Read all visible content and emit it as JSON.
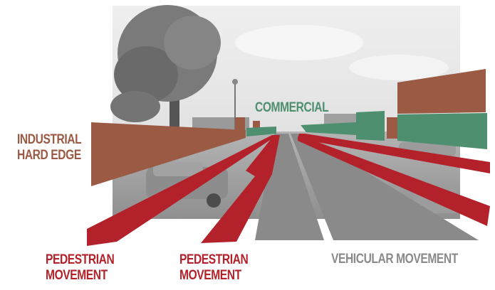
{
  "labels": {
    "industrial": {
      "line1": "INDUSTRIAL",
      "line2": "HARD EDGE"
    },
    "commercial": "COMMERCIAL",
    "pedestrian_left": {
      "line1": "PEDESTRIAN",
      "line2": "MOVEMENT"
    },
    "pedestrian_center": {
      "line1": "PEDESTRIAN",
      "line2": "MOVEMENT"
    },
    "vehicular": "VEHICULAR MOVEMENT"
  },
  "colors": {
    "industrial": "#9b5a43",
    "commercial": "#4e8f6f",
    "pedestrian": "#b3222a",
    "vehicular": "#8a8a8a",
    "photo_sky": "#e6e6e6",
    "photo_ground": "#a9a9a9",
    "tree": "#6e6e6e"
  }
}
